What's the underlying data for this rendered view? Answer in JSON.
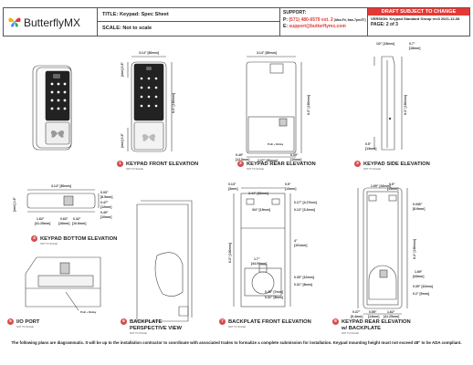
{
  "header": {
    "brand": "ButterflyMX",
    "title": "TITLE: Keypad: Spec Sheet",
    "scale": "SCALE: Not to scale",
    "support_label": "SUPPORT:",
    "phone_prefix": "P:",
    "phone": "(571) 480-6579 ext. 2",
    "hours": "(Mon-Fri, 9am-7pm ET)",
    "email_prefix": "E:",
    "email": "support@butterflymx.com",
    "draft": "DRAFT SUBJECT TO CHANGE",
    "version": "VERSION: Keypad Standard Group rev3 2021-12-08",
    "page": "PAGE:  2 of 3",
    "colors": {
      "accent": "#e53935",
      "logo": [
        "#f4b400",
        "#e53935",
        "#4285f4",
        "#34a853"
      ]
    }
  },
  "views": [
    {
      "num": "1",
      "title": "KEYPAD FRONT ELEVATION",
      "ref": "NOT TO SCALE"
    },
    {
      "num": "2",
      "title": "KEYPAD REAR ELEVATION",
      "ref": "NOT TO SCALE"
    },
    {
      "num": "3",
      "title": "KEYPAD SIDE ELEVATION",
      "ref": "NOT TO SCALE"
    },
    {
      "num": "4",
      "title": "KEYPAD BOTTOM ELEVATION",
      "ref": "NOT TO SCALE"
    },
    {
      "num": "5",
      "title": "I/O PORT",
      "ref": "NOT TO SCALE"
    },
    {
      "num": "6",
      "title": "BACKPLATE",
      "title2": "PERSPECTIVE VIEW",
      "ref": "NOT TO SCALE"
    },
    {
      "num": "7",
      "title": "BACKPLATE FRONT ELEVATION",
      "ref": "NOT TO SCALE"
    },
    {
      "num": "8",
      "title": "KEYPAD REAR ELEVATION",
      "title2": "w/ BACKPLATE",
      "ref": "NOT TO SCALE"
    }
  ],
  "dims": {
    "front_w": "3.14\" [80mm]",
    "front_h": "6.3\" [160mm]",
    "front_top": "[mm] 0.6\"",
    "front_bot": "[mm] 0.5\"",
    "rear_w": "3.14\" [80mm]",
    "rear_h": "6.3\" [160mm]",
    "rear_left": "0.49\"",
    "rear_left_mm": "[12.5mm]",
    "rear_mid": "2.37\" [60mm]",
    "rear_right": "0.39\"",
    "rear_right_mm": "[10mm]",
    "poe": "PoE + Relay",
    "side_top": "1/2\" [18mm]",
    "side_top2": "0.7\"",
    "side_top2_mm": "[18mm]",
    "side_h": "6.3\" [160mm]",
    "side_bot": "0.5\"",
    "side_bot_mm": "[13mm]",
    "bot_w": "3.14\" [80mm]",
    "bot_r1": "0.33\"",
    "bot_r1_mm": "[8.5mm]",
    "bot_r2": "0.47\"",
    "bot_r2_mm": "[12mm]",
    "bot_r3": "0.40\"",
    "bot_r3_mm": "[10mm]",
    "bot_left": "[mm] 1.6\"",
    "bot_a": "1.62\"",
    "bot_a_mm": "[41.25mm]",
    "bot_b": "0.63\"",
    "bot_b_mm": "[16mm]",
    "bot_c": "0.42\"",
    "bot_c_mm": "[10.6mm]",
    "bp_top_l": "0.13\"",
    "bp_top_l_mm": "[3mm]",
    "bp_w": "2.44\" [62mm]",
    "bp_top_r": "0.5\"",
    "bp_top_r_mm": "[13mm]",
    "bp_a": "0.17\" [4.27mm]",
    "bp_b": "0.13\" [3.3mm]",
    "bp_c": "3/4\" [19mm]",
    "bp_h": "6.3\" [160mm]",
    "bp_r": "4\"",
    "bp_r_mm": "[101mm]",
    "bp_hole": "1.7\"",
    "bp_hole_mm": "[44.09mm]",
    "bp_d": "0.39\" [10mm]",
    "bp_e": "0.31\" [8mm]",
    "bp_f": "0.28\" [7mm]",
    "bp_g": "0.31\" [8mm]",
    "kr_top": "0.5\"",
    "kr_top_mm": "[13mm]",
    "kr_r": "0.339\"",
    "kr_r_mm": "[8.6mm]",
    "kr_h": "6.3\" [160mm]",
    "kr_side": "1.69\"",
    "kr_side_mm": "[43mm]",
    "kr_a": "0.39\" [10mm]",
    "kr_b": "0.2\" [5mm]",
    "kr_bl": "0.37\"",
    "kr_bl_mm": "[9.4mm]",
    "kr_bm": "0.55\"",
    "kr_bm_mm": "[14mm]",
    "kr_br": "1.62\"",
    "kr_br_mm": "[41.25mm]",
    "kr_w": "1.69\" [43mm]"
  },
  "footer": "The following plans are diagrammatic.  It will be up to the installation contractor to coordinate with associated trades to formalize a complete submission for installation.  Keypad mounting height must not exceed 48\" to be ADA compliant."
}
